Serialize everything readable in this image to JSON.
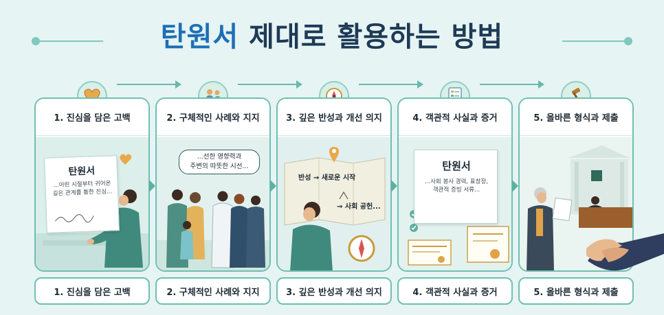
{
  "title": {
    "accent": "탄원서",
    "rest": "제대로 활용하는 방법"
  },
  "steps": [
    {
      "label": "1. 진심을 담은 고백",
      "icon": "heart-icon"
    },
    {
      "label": "2. 구체적인 사례와 지지",
      "icon": "people-icon"
    },
    {
      "label": "3. 깊은 반성과 개선 의지",
      "icon": "compass-icon"
    },
    {
      "label": "4. 객관적 사실과 증거",
      "icon": "checklist-icon"
    },
    {
      "label": "5. 올바른 형식과 제출",
      "icon": "gavel-icon"
    }
  ],
  "card1": {
    "doc_title": "탄원서",
    "doc_text_1": "...어린 시절부터 귀어온",
    "doc_text_2": "깊은 관계를 통한 진심..."
  },
  "card2": {
    "bubble_1": "...선한 영향력과",
    "bubble_2": "주변의 따뜻한 시선..."
  },
  "card3": {
    "map_from": "반성",
    "map_to": "새로운 시작",
    "map_next": "사회 공헌..."
  },
  "card4": {
    "doc_title": "탄원서",
    "doc_text_1": "...사회 봉사 경력, 표창장,",
    "doc_text_2": "객관적 증빙 서류..."
  },
  "colors": {
    "accent": "#1e6fb5",
    "border": "#6fbfb2",
    "title": "#1e3a55",
    "background": "#e6f4f4"
  }
}
